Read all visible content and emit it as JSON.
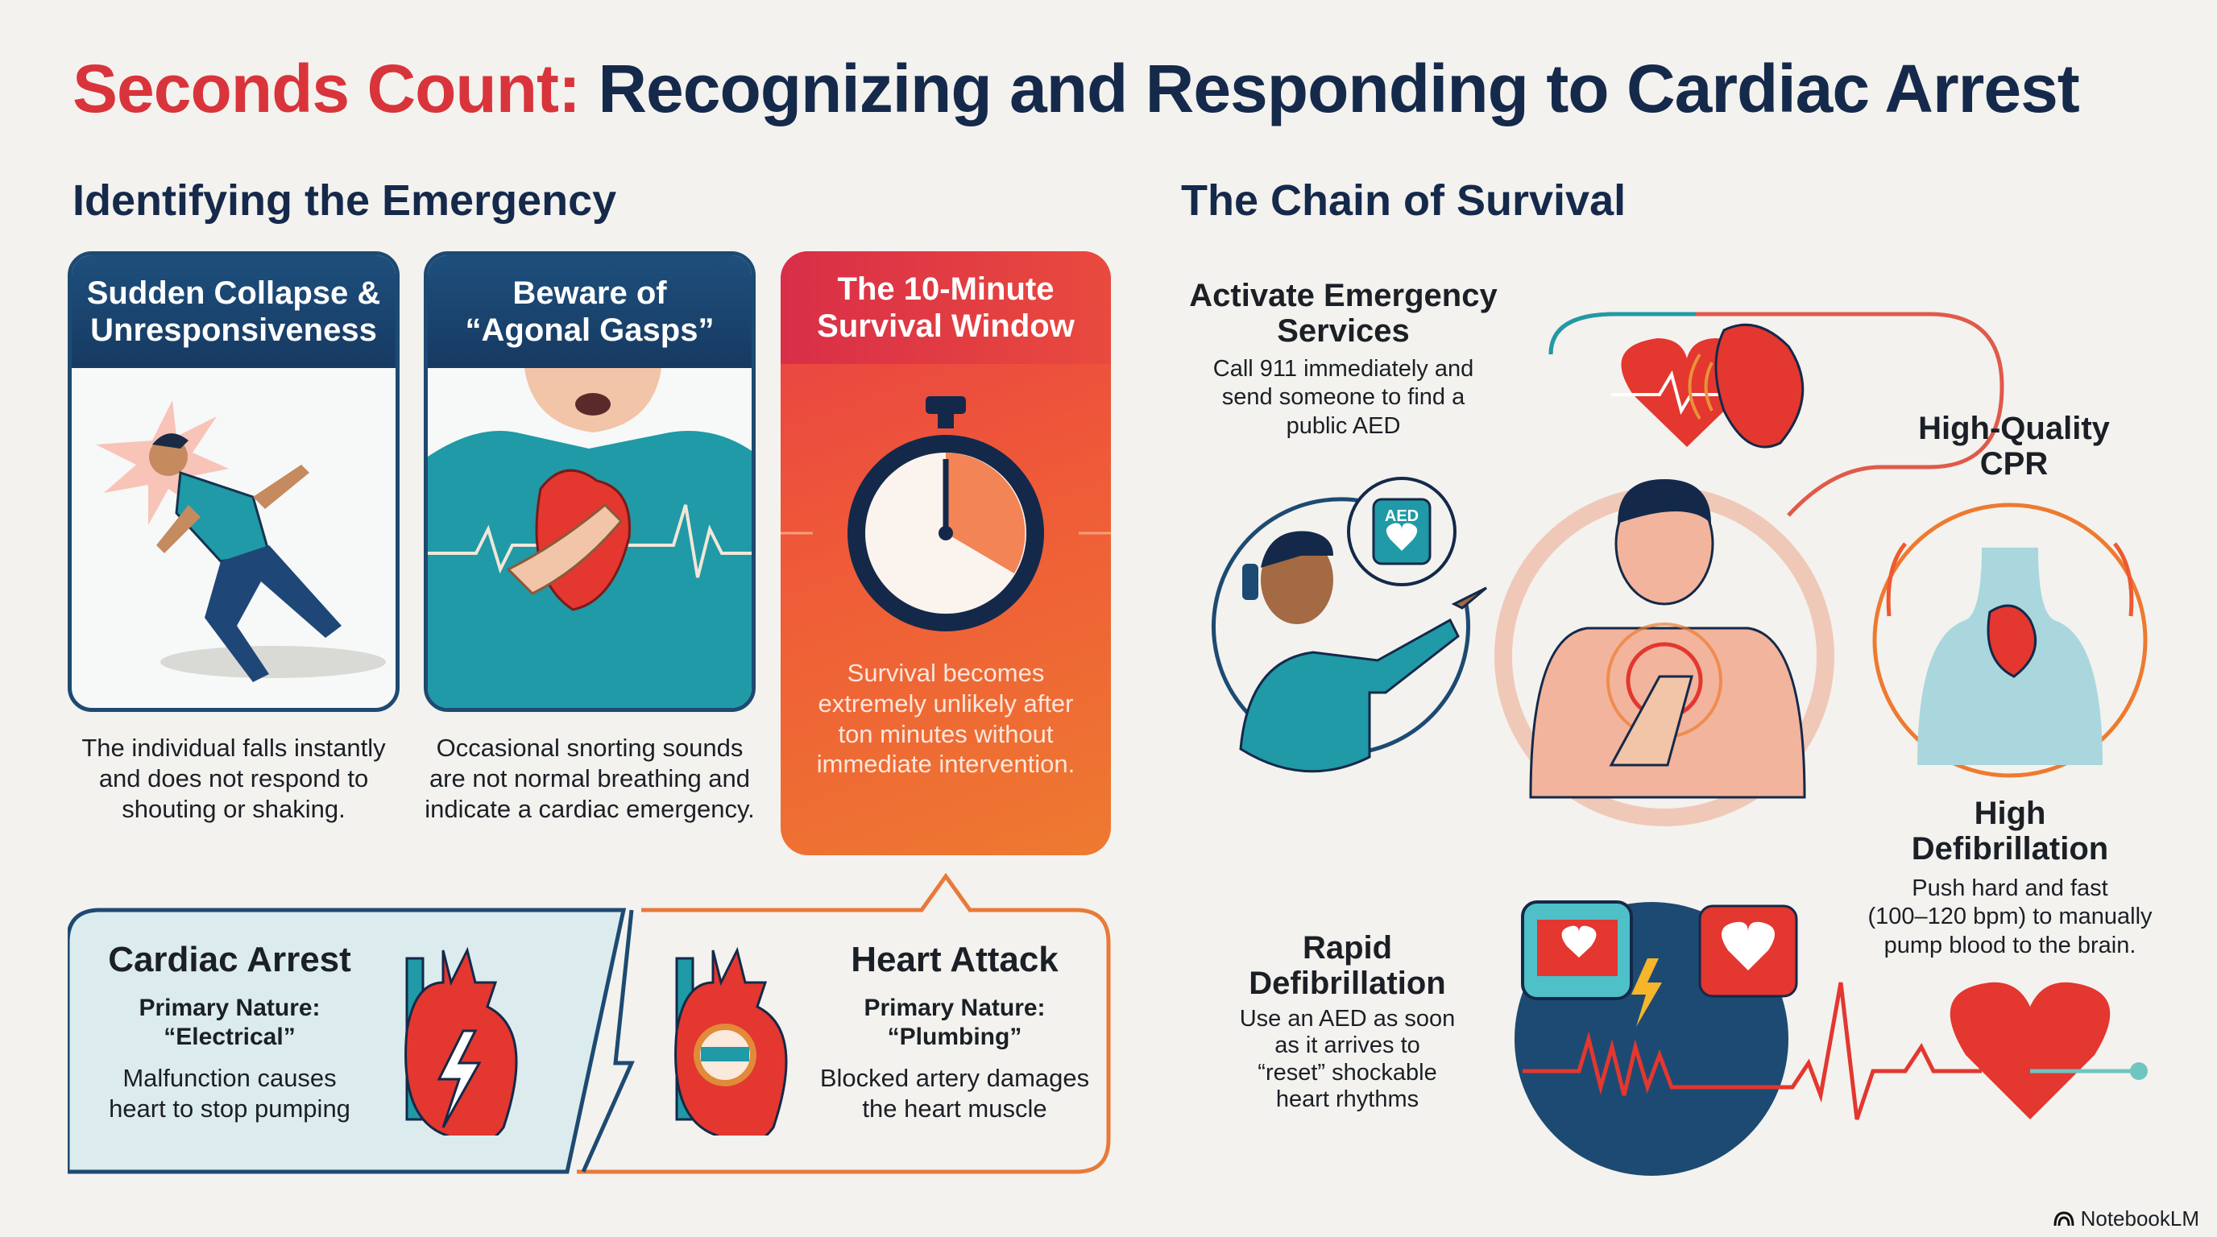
{
  "title": {
    "highlight": "Seconds Count:",
    "rest": "Recognizing and Responding to Cardiac Arrest"
  },
  "left_section": {
    "heading": "Identifying the Emergency",
    "cards": [
      {
        "title_line1": "Sudden Collapse &",
        "title_line2": "Unresponsiveness",
        "desc": [
          "The individual falls instantly",
          "and does not respond to",
          "shouting or shaking."
        ]
      },
      {
        "title_line1": "Beware of",
        "title_line2": "“Agonal Gasps”",
        "desc": [
          "Occasional snorting sounds",
          "are not normal breathing and",
          "indicate a cardiac emergency."
        ]
      },
      {
        "title_line1": "The 10-Minute",
        "title_line2": "Survival Window",
        "desc": [
          "Survival becomes",
          "extremely unlikely after",
          "ton minutes without",
          "immediate intervention."
        ]
      }
    ],
    "comparison": {
      "cardiac_arrest": {
        "title": "Cardiac Arrest",
        "nature_label": "Primary Nature:",
        "nature": "“Electrical”",
        "desc": [
          "Malfunction causes",
          "heart to stop pumping"
        ]
      },
      "heart_attack": {
        "title": "Heart Attack",
        "nature_label": "Primary Nature:",
        "nature": "“Plumbing”",
        "desc": [
          "Blocked artery damages",
          "the heart muscle"
        ]
      }
    }
  },
  "right_section": {
    "heading": "The Chain of Survival",
    "activate": {
      "title": [
        "Activate Emergency",
        "Services"
      ],
      "desc": [
        "Call 911 immediately and",
        "send someone to find a",
        "public AED"
      ],
      "aed_label": "AED"
    },
    "cpr": {
      "title": [
        "High-Quality",
        "CPR"
      ]
    },
    "high_defib": {
      "title": [
        "High",
        "Defibrillation"
      ],
      "desc": [
        "Push hard and fast",
        "(100–120 bpm) to manually",
        "pump blood to the brain."
      ]
    },
    "rapid_defib": {
      "title": [
        "Rapid",
        "Defibrillation"
      ],
      "desc": [
        "Use an AED as soon",
        "as it arrives to",
        "“reset” shockable",
        "heart rhythms"
      ]
    }
  },
  "branding": {
    "label": "NotebookLM"
  },
  "colors": {
    "red": "#d9343b",
    "navy": "#15294b",
    "teal": "#1f9aa6",
    "orange": "#ee7a30"
  }
}
